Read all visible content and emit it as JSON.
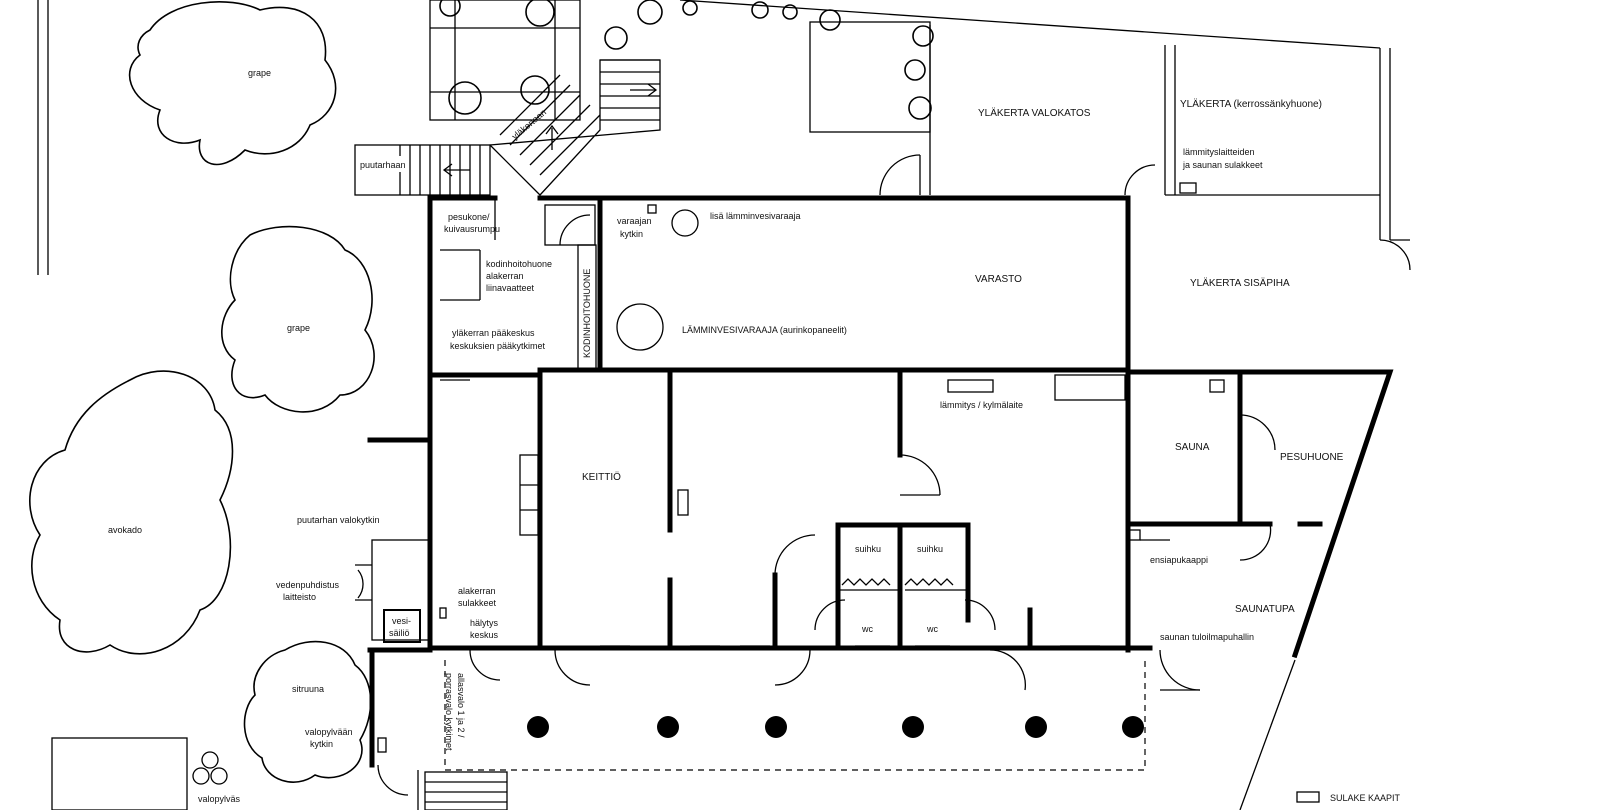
{
  "plan": {
    "rooms": {
      "ylakerta_valokatos": "YLÄKERTA VALOKATOS",
      "ylakerta_kerrossanky": "YLÄKERTA (kerrossänkyhuone)",
      "lammityslaitteiden_1": "lämmityslaitteiden",
      "lammityslaitteiden_2": "ja saunan sulakkeet",
      "ylakerta_sisapiha": "YLÄKERTA SISÄPIHA",
      "varasto": "VARASTO",
      "lisa_lamminvesivaraaja": "lisä lämminvesivaraaja",
      "varaajan_1": "varaajan",
      "varaajan_2": "kytkin",
      "lamminvesivaraaja": "LÄMMINVESIVARAAJA (aurinkopaneelit)",
      "kodinhoitohuone_vertical": "KODINHOITOHUONE",
      "pesukone_1": "pesukone/",
      "pesukone_2": "kuivausrumpu",
      "kodinhoito_1": "kodinhoitohuone",
      "kodinhoito_2": "alakerran",
      "kodinhoito_3": "liinavaatteet",
      "paakeskus_1": "yläkerran pääkeskus",
      "paakeskus_2": "keskuksien pääkytkimet",
      "keittio": "KEITTIÖ",
      "lammitys_kylmalaite": "lämmitys / kylmälaite",
      "sauna": "SAUNA",
      "pesuhuone": "PESUHUONE",
      "ensiapukaappi": "ensiapukaappi",
      "saunatupa": "SAUNATUPA",
      "saunan_tuloilma": "saunan tuloilmapuhallin",
      "suihku_1": "suihku",
      "suihku_2": "suihku",
      "wc_1": "wc",
      "wc_2": "wc",
      "alakerran_sulakkeet_1": "alakerran",
      "alakerran_sulakkeet_2": "sulakkeet",
      "halytys_1": "hälytys",
      "halytys_2": "keskus",
      "allasvalo_1": "allasvalo 1 ja 2 /",
      "allasvalo_2": "porrasvalo kytkimet",
      "puutarhaan": "puutarhaan",
      "ylakertaan": "yläkertaan",
      "puutarhan_valokytkin": "puutarhan valokytkin",
      "vedenpuhdistus_1": "vedenpuhdistus",
      "vedenpuhdistus_2": "laitteisto",
      "vesisailio_1": "vesi-",
      "vesisailio_2": "säiliö",
      "valopylvaan_1": "valopylvään",
      "valopylvaan_2": "kytkin",
      "valopylvas": "valopylväs"
    },
    "garden": {
      "grape_1": "grape",
      "grape_2": "grape",
      "avokado": "avokado",
      "sitruuna": "sitruuna"
    },
    "legend": {
      "sulake_kaapit": "SULAKE KAAPIT"
    }
  }
}
